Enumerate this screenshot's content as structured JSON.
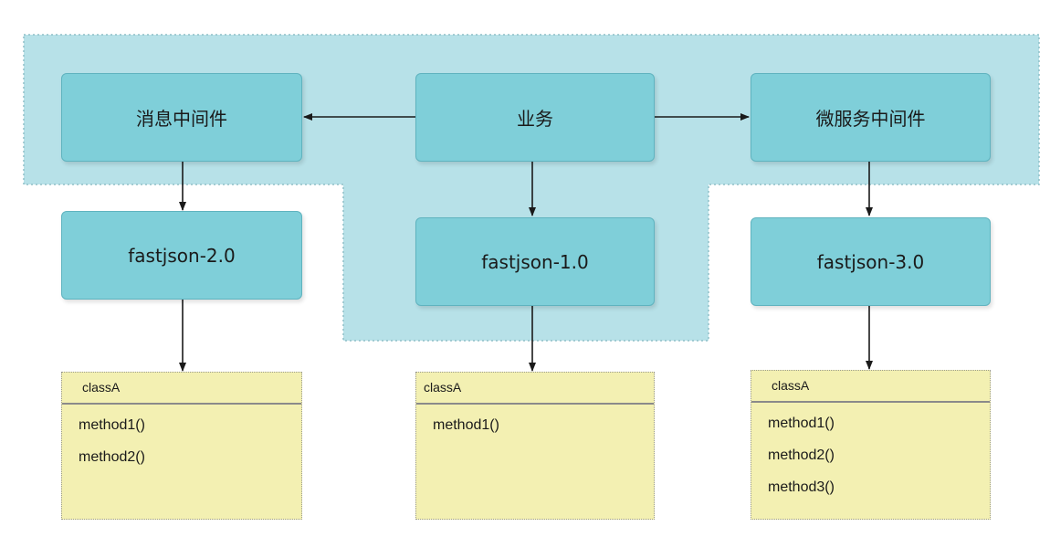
{
  "colors": {
    "region_fill": "#b7e1e8",
    "region_border": "#8fbfc7",
    "node_fill": "#7fcfd9",
    "class_fill": "#f3f0b2",
    "arrow": "#1a1a1a"
  },
  "nodes": {
    "mq": "消息中间件",
    "biz": "业务",
    "micro": "微服务中间件",
    "fj2": "fastjson-2.0",
    "fj1": "fastjson-1.0",
    "fj3": "fastjson-3.0"
  },
  "classes": {
    "left": {
      "name": "classA",
      "methods": [
        "method1()",
        "method2()"
      ]
    },
    "middle": {
      "name": "classA",
      "methods": [
        "method1()"
      ]
    },
    "right": {
      "name": "classA",
      "methods": [
        "method1()",
        "method2()",
        "method3()"
      ]
    }
  },
  "edges": [
    {
      "from": "biz",
      "to": "mq"
    },
    {
      "from": "biz",
      "to": "micro"
    },
    {
      "from": "biz",
      "to": "fj1"
    },
    {
      "from": "mq",
      "to": "fj2"
    },
    {
      "from": "micro",
      "to": "fj3"
    },
    {
      "from": "fj2",
      "to": "class-left"
    },
    {
      "from": "fj1",
      "to": "class-middle"
    },
    {
      "from": "fj3",
      "to": "class-right"
    }
  ]
}
